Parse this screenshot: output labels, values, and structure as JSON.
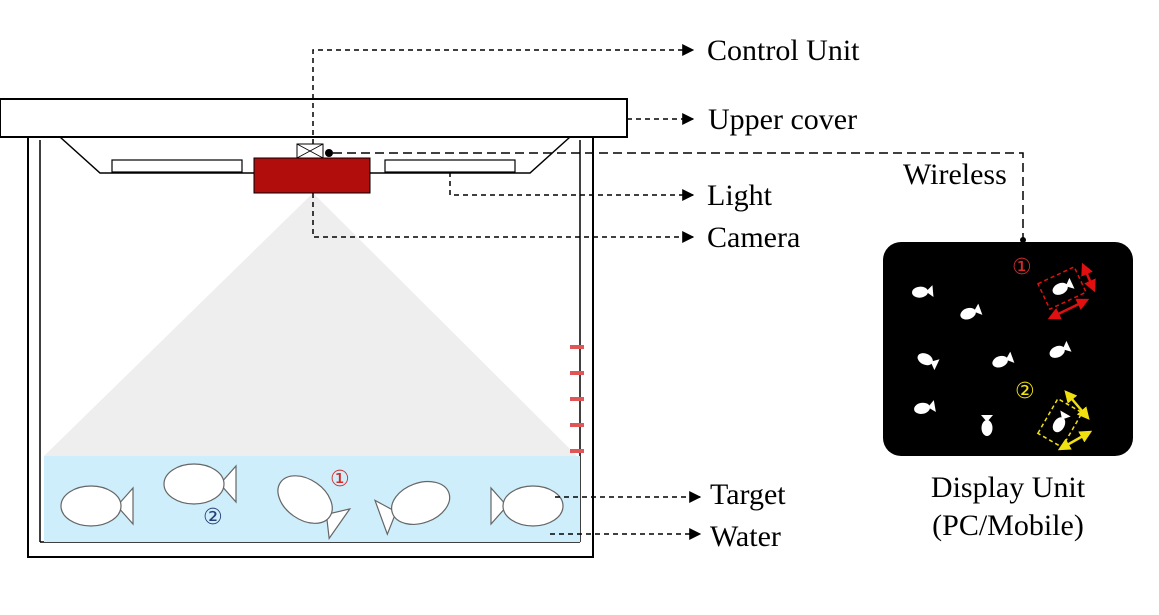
{
  "labels": {
    "control_unit": "Control Unit",
    "upper_cover": "Upper cover",
    "light": "Light",
    "camera": "Camera",
    "wireless": "Wireless",
    "target": "Target",
    "water": "Water",
    "display_unit_line1": "Display Unit",
    "display_unit_line2": "(PC/Mobile)"
  },
  "markers": {
    "one": "①",
    "two": "②"
  },
  "colors": {
    "camera": "#b10d0d",
    "water": "#cdeefa",
    "cone": "#eeeeee",
    "scale_ticks": "#e05555",
    "display_bg": "#000000",
    "marker_one": "#d42a2a",
    "marker_two": "#f0e010",
    "tank_marker_two": "#2a3f7a"
  }
}
